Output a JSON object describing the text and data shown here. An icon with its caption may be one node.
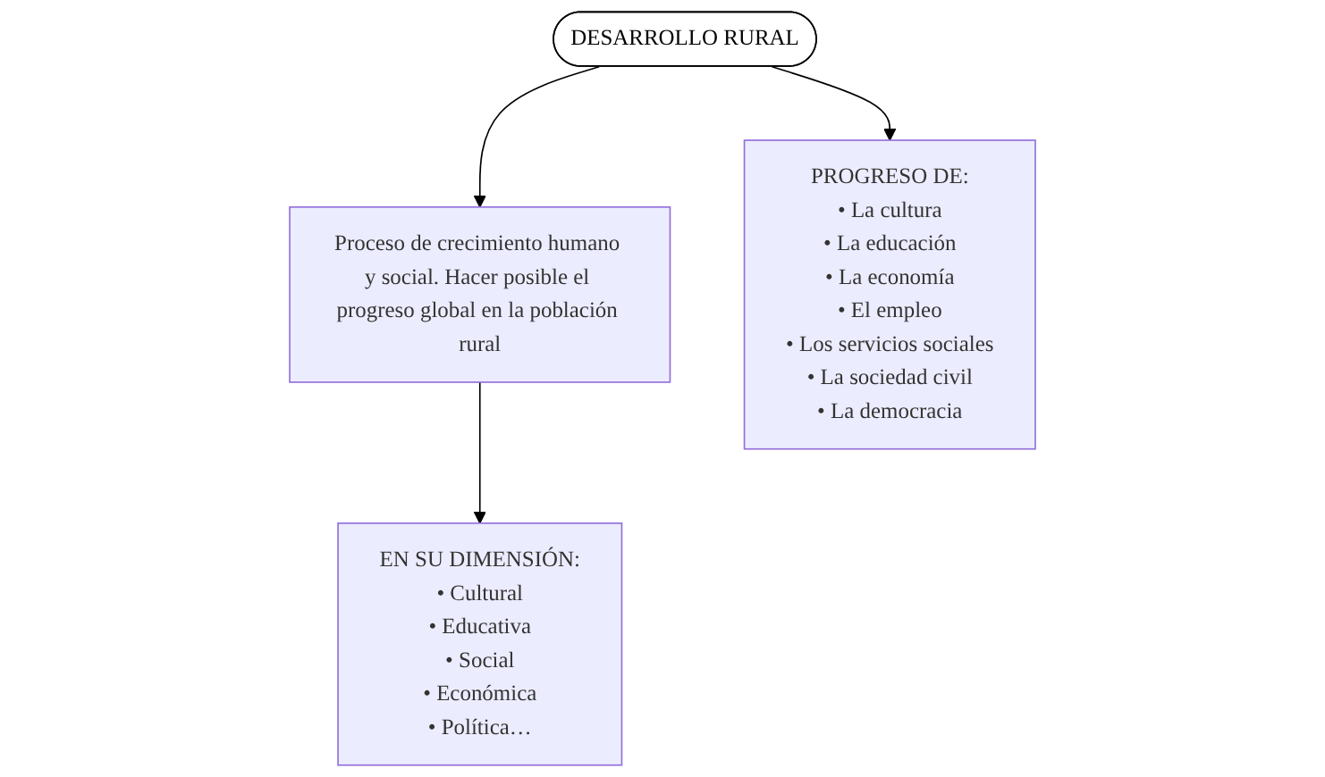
{
  "diagram": {
    "nodes": [
      {
        "text": [
          "DESARROLLO RURAL"
        ]
      },
      {
        "text": [
          "Proceso de crecimiento humano y social. Hacer posible el progreso global en la población rural"
        ]
      },
      {
        "text": [
          "PROGRESO DE:",
          "• La cultura",
          "• La educación",
          "• La economía",
          "• El empleo",
          "• Los servicios sociales",
          "• La sociedad civil",
          "• La democracia"
        ]
      },
      {
        "text": [
          "EN SU DIMENSIÓN:",
          "• Cultural",
          "• Educativa",
          "• Social",
          "• Económica",
          "• Política…"
        ]
      }
    ],
    "edges": [
      {
        "from": 0,
        "to": 1,
        "arrow": "to"
      },
      {
        "from": 0,
        "to": 2,
        "arrow": "to"
      },
      {
        "from": 1,
        "to": 3,
        "arrow": "to"
      }
    ]
  }
}
